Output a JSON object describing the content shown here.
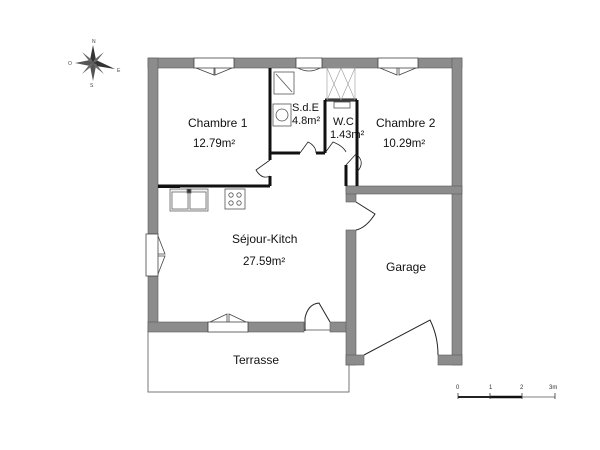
{
  "plan": {
    "rooms": {
      "chambre1": {
        "name": "Chambre 1",
        "area": "12.79m²"
      },
      "sde": {
        "name": "S.d.E",
        "area": "4.8m²"
      },
      "wc": {
        "name": "W.C",
        "area": "1.43m²"
      },
      "chambre2": {
        "name": "Chambre 2",
        "area": "10.29m²"
      },
      "sejour": {
        "name": "Séjour-Kitch",
        "area": "27.59m²"
      },
      "garage": {
        "name": "Garage"
      },
      "terrasse": {
        "name": "Terrasse"
      }
    },
    "scale_bar": {
      "ticks": [
        "0",
        "1",
        "2",
        "3m"
      ]
    },
    "compass": {
      "north": "N",
      "south": "S",
      "east": "E",
      "west": "O"
    },
    "colors": {
      "wall": "#8c8c8c",
      "wall_stroke": "#555555",
      "partition": "#111111",
      "background": "#ffffff"
    }
  }
}
